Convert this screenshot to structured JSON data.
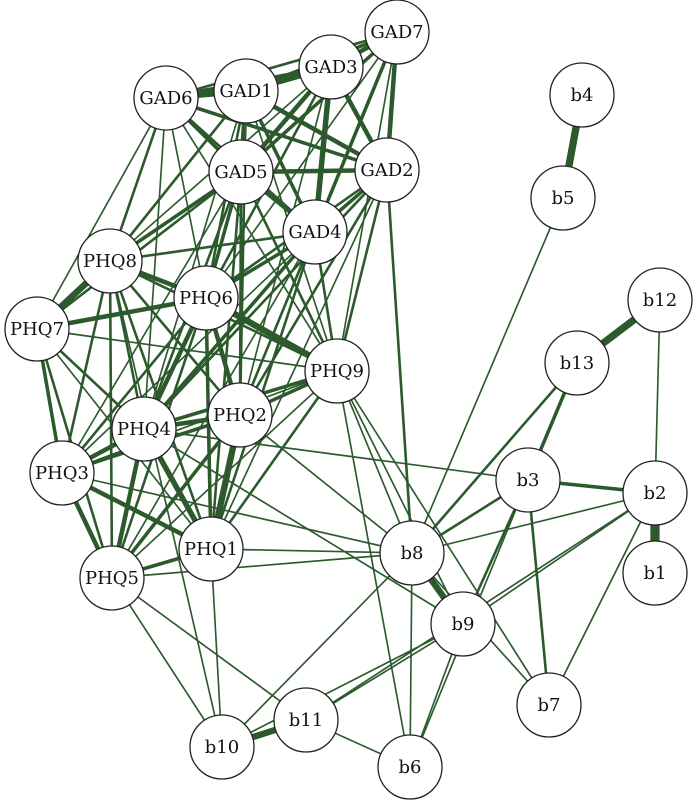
{
  "colors": {
    "edge": "#2d5a2d",
    "node_fill": "#ffffff",
    "node_stroke": "#222222",
    "label": "#111111"
  },
  "nodes": [
    {
      "id": "GAD7",
      "label": "GAD7"
    },
    {
      "id": "GAD3",
      "label": "GAD3"
    },
    {
      "id": "GAD1",
      "label": "GAD1"
    },
    {
      "id": "GAD6",
      "label": "GAD6"
    },
    {
      "id": "GAD5",
      "label": "GAD5"
    },
    {
      "id": "GAD2",
      "label": "GAD2"
    },
    {
      "id": "GAD4",
      "label": "GAD4"
    },
    {
      "id": "PHQ8",
      "label": "PHQ8"
    },
    {
      "id": "PHQ6",
      "label": "PHQ6"
    },
    {
      "id": "PHQ7",
      "label": "PHQ7"
    },
    {
      "id": "PHQ9",
      "label": "PHQ9"
    },
    {
      "id": "PHQ4",
      "label": "PHQ4"
    },
    {
      "id": "PHQ2",
      "label": "PHQ2"
    },
    {
      "id": "PHQ3",
      "label": "PHQ3"
    },
    {
      "id": "PHQ1",
      "label": "PHQ1"
    },
    {
      "id": "PHQ5",
      "label": "PHQ5"
    },
    {
      "id": "b4",
      "label": "b4"
    },
    {
      "id": "b5",
      "label": "b5"
    },
    {
      "id": "b12",
      "label": "b12"
    },
    {
      "id": "b13",
      "label": "b13"
    },
    {
      "id": "b3",
      "label": "b3"
    },
    {
      "id": "b2",
      "label": "b2"
    },
    {
      "id": "b1",
      "label": "b1"
    },
    {
      "id": "b8",
      "label": "b8"
    },
    {
      "id": "b9",
      "label": "b9"
    },
    {
      "id": "b7",
      "label": "b7"
    },
    {
      "id": "b11",
      "label": "b11"
    },
    {
      "id": "b10",
      "label": "b10"
    },
    {
      "id": "b6",
      "label": "b6"
    }
  ],
  "edges": [
    {
      "source": "GAD6",
      "target": "GAD1",
      "weight": 5
    },
    {
      "source": "GAD6",
      "target": "GAD3",
      "weight": 4
    },
    {
      "source": "GAD6",
      "target": "GAD7",
      "weight": 2
    },
    {
      "source": "GAD6",
      "target": "GAD5",
      "weight": 3
    },
    {
      "source": "GAD6",
      "target": "GAD2",
      "weight": 3
    },
    {
      "source": "GAD6",
      "target": "GAD4",
      "weight": 2
    },
    {
      "source": "GAD6",
      "target": "PHQ8",
      "weight": 2
    },
    {
      "source": "GAD6",
      "target": "PHQ6",
      "weight": 1
    },
    {
      "source": "GAD6",
      "target": "PHQ7",
      "weight": 1
    },
    {
      "source": "GAD6",
      "target": "PHQ4",
      "weight": 1
    },
    {
      "source": "GAD6",
      "target": "PHQ9",
      "weight": 1
    },
    {
      "source": "GAD1",
      "target": "GAD3",
      "weight": 5
    },
    {
      "source": "GAD1",
      "target": "GAD7",
      "weight": 3
    },
    {
      "source": "GAD1",
      "target": "GAD5",
      "weight": 4
    },
    {
      "source": "GAD1",
      "target": "GAD2",
      "weight": 4
    },
    {
      "source": "GAD1",
      "target": "GAD4",
      "weight": 3
    },
    {
      "source": "GAD1",
      "target": "PHQ8",
      "weight": 2
    },
    {
      "source": "GAD1",
      "target": "PHQ6",
      "weight": 2
    },
    {
      "source": "GAD1",
      "target": "PHQ2",
      "weight": 2
    },
    {
      "source": "GAD1",
      "target": "PHQ4",
      "weight": 1
    },
    {
      "source": "GAD1",
      "target": "PHQ9",
      "weight": 1
    },
    {
      "source": "GAD3",
      "target": "GAD7",
      "weight": 4
    },
    {
      "source": "GAD3",
      "target": "GAD5",
      "weight": 4
    },
    {
      "source": "GAD3",
      "target": "GAD2",
      "weight": 4
    },
    {
      "source": "GAD3",
      "target": "GAD4",
      "weight": 5
    },
    {
      "source": "GAD3",
      "target": "PHQ6",
      "weight": 2
    },
    {
      "source": "GAD3",
      "target": "PHQ8",
      "weight": 1
    },
    {
      "source": "GAD3",
      "target": "PHQ2",
      "weight": 1
    },
    {
      "source": "GAD7",
      "target": "GAD5",
      "weight": 3
    },
    {
      "source": "GAD7",
      "target": "GAD2",
      "weight": 4
    },
    {
      "source": "GAD7",
      "target": "GAD4",
      "weight": 3
    },
    {
      "source": "GAD7",
      "target": "PHQ6",
      "weight": 1
    },
    {
      "source": "GAD7",
      "target": "PHQ9",
      "weight": 1
    },
    {
      "source": "GAD5",
      "target": "GAD2",
      "weight": 4
    },
    {
      "source": "GAD5",
      "target": "GAD4",
      "weight": 4
    },
    {
      "source": "GAD5",
      "target": "PHQ8",
      "weight": 3
    },
    {
      "source": "GAD5",
      "target": "PHQ6",
      "weight": 3
    },
    {
      "source": "GAD5",
      "target": "PHQ7",
      "weight": 2
    },
    {
      "source": "GAD5",
      "target": "PHQ4",
      "weight": 2
    },
    {
      "source": "GAD5",
      "target": "PHQ2",
      "weight": 2
    },
    {
      "source": "GAD5",
      "target": "PHQ1",
      "weight": 2
    },
    {
      "source": "GAD5",
      "target": "PHQ9",
      "weight": 2
    },
    {
      "source": "GAD5",
      "target": "PHQ3",
      "weight": 1
    },
    {
      "source": "GAD2",
      "target": "GAD4",
      "weight": 3
    },
    {
      "source": "GAD2",
      "target": "PHQ6",
      "weight": 2
    },
    {
      "source": "GAD2",
      "target": "PHQ9",
      "weight": 2
    },
    {
      "source": "GAD2",
      "target": "PHQ2",
      "weight": 2
    },
    {
      "source": "GAD2",
      "target": "PHQ4",
      "weight": 2
    },
    {
      "source": "GAD2",
      "target": "PHQ1",
      "weight": 1
    },
    {
      "source": "GAD2",
      "target": "b8",
      "weight": 2
    },
    {
      "source": "GAD4",
      "target": "PHQ6",
      "weight": 3
    },
    {
      "source": "GAD4",
      "target": "PHQ8",
      "weight": 2
    },
    {
      "source": "GAD4",
      "target": "PHQ4",
      "weight": 3
    },
    {
      "source": "GAD4",
      "target": "PHQ2",
      "weight": 2
    },
    {
      "source": "GAD4",
      "target": "PHQ9",
      "weight": 2
    },
    {
      "source": "GAD4",
      "target": "PHQ1",
      "weight": 2
    },
    {
      "source": "GAD4",
      "target": "PHQ3",
      "weight": 1
    },
    {
      "source": "GAD4",
      "target": "PHQ5",
      "weight": 1
    },
    {
      "source": "PHQ8",
      "target": "PHQ7",
      "weight": 6
    },
    {
      "source": "PHQ8",
      "target": "PHQ6",
      "weight": 4
    },
    {
      "source": "PHQ8",
      "target": "PHQ9",
      "weight": 2
    },
    {
      "source": "PHQ8",
      "target": "PHQ4",
      "weight": 2
    },
    {
      "source": "PHQ8",
      "target": "PHQ2",
      "weight": 2
    },
    {
      "source": "PHQ8",
      "target": "PHQ3",
      "weight": 2
    },
    {
      "source": "PHQ8",
      "target": "PHQ1",
      "weight": 2
    },
    {
      "source": "PHQ8",
      "target": "PHQ5",
      "weight": 2
    },
    {
      "source": "PHQ7",
      "target": "PHQ6",
      "weight": 4
    },
    {
      "source": "PHQ7",
      "target": "PHQ3",
      "weight": 3
    },
    {
      "source": "PHQ7",
      "target": "PHQ4",
      "weight": 2
    },
    {
      "source": "PHQ7",
      "target": "PHQ5",
      "weight": 2
    },
    {
      "source": "PHQ7",
      "target": "PHQ9",
      "weight": 1
    },
    {
      "source": "PHQ7",
      "target": "PHQ1",
      "weight": 1
    },
    {
      "source": "PHQ6",
      "target": "PHQ9",
      "weight": 6
    },
    {
      "source": "PHQ6",
      "target": "PHQ4",
      "weight": 4
    },
    {
      "source": "PHQ6",
      "target": "PHQ2",
      "weight": 4
    },
    {
      "source": "PHQ6",
      "target": "PHQ1",
      "weight": 3
    },
    {
      "source": "PHQ6",
      "target": "PHQ3",
      "weight": 2
    },
    {
      "source": "PHQ6",
      "target": "PHQ5",
      "weight": 2
    },
    {
      "source": "PHQ9",
      "target": "PHQ4",
      "weight": 3
    },
    {
      "source": "PHQ9",
      "target": "PHQ2",
      "weight": 3
    },
    {
      "source": "PHQ9",
      "target": "PHQ1",
      "weight": 2
    },
    {
      "source": "PHQ9",
      "target": "PHQ3",
      "weight": 1
    },
    {
      "source": "PHQ9",
      "target": "PHQ5",
      "weight": 1
    },
    {
      "source": "PHQ9",
      "target": "b8",
      "weight": 1
    },
    {
      "source": "PHQ9",
      "target": "b9",
      "weight": 1
    },
    {
      "source": "PHQ9",
      "target": "b6",
      "weight": 1
    },
    {
      "source": "PHQ9",
      "target": "b7",
      "weight": 1
    },
    {
      "source": "PHQ4",
      "target": "PHQ2",
      "weight": 4
    },
    {
      "source": "PHQ4",
      "target": "PHQ3",
      "weight": 4
    },
    {
      "source": "PHQ4",
      "target": "PHQ1",
      "weight": 5
    },
    {
      "source": "PHQ4",
      "target": "PHQ5",
      "weight": 4
    },
    {
      "source": "PHQ4",
      "target": "b3",
      "weight": 1
    },
    {
      "source": "PHQ4",
      "target": "b9",
      "weight": 1
    },
    {
      "source": "PHQ2",
      "target": "PHQ1",
      "weight": 6
    },
    {
      "source": "PHQ2",
      "target": "PHQ3",
      "weight": 3
    },
    {
      "source": "PHQ2",
      "target": "PHQ5",
      "weight": 3
    },
    {
      "source": "PHQ2",
      "target": "b8",
      "weight": 1
    },
    {
      "source": "PHQ3",
      "target": "PHQ1",
      "weight": 4
    },
    {
      "source": "PHQ3",
      "target": "PHQ5",
      "weight": 4
    },
    {
      "source": "PHQ3",
      "target": "b8",
      "weight": 1
    },
    {
      "source": "PHQ1",
      "target": "PHQ5",
      "weight": 3
    },
    {
      "source": "PHQ1",
      "target": "b10",
      "weight": 1
    },
    {
      "source": "PHQ1",
      "target": "b8",
      "weight": 1
    },
    {
      "source": "PHQ5",
      "target": "b11",
      "weight": 1
    },
    {
      "source": "PHQ5",
      "target": "b10",
      "weight": 1
    },
    {
      "source": "PHQ5",
      "target": "b8",
      "weight": 1
    },
    {
      "source": "PHQ8",
      "target": "b10",
      "weight": 1
    },
    {
      "source": "b4",
      "target": "b5",
      "weight": 7
    },
    {
      "source": "b5",
      "target": "b8",
      "weight": 1
    },
    {
      "source": "b12",
      "target": "b13",
      "weight": 7
    },
    {
      "source": "b12",
      "target": "b2",
      "weight": 1
    },
    {
      "source": "b13",
      "target": "b3",
      "weight": 3
    },
    {
      "source": "b13",
      "target": "b8",
      "weight": 2
    },
    {
      "source": "b3",
      "target": "b2",
      "weight": 3
    },
    {
      "source": "b3",
      "target": "b8",
      "weight": 2
    },
    {
      "source": "b3",
      "target": "b9",
      "weight": 2
    },
    {
      "source": "b3",
      "target": "b7",
      "weight": 2
    },
    {
      "source": "b3",
      "target": "b6",
      "weight": 1
    },
    {
      "source": "b2",
      "target": "b1",
      "weight": 9
    },
    {
      "source": "b2",
      "target": "b8",
      "weight": 1
    },
    {
      "source": "b2",
      "target": "b9",
      "weight": 1
    },
    {
      "source": "b2",
      "target": "b7",
      "weight": 1
    },
    {
      "source": "b2",
      "target": "b11",
      "weight": 1
    },
    {
      "source": "b8",
      "target": "b9",
      "weight": 6
    },
    {
      "source": "b8",
      "target": "b6",
      "weight": 1
    },
    {
      "source": "b8",
      "target": "b10",
      "weight": 1
    },
    {
      "source": "b8",
      "target": "b7",
      "weight": 1
    },
    {
      "source": "b9",
      "target": "b11",
      "weight": 1
    },
    {
      "source": "b9",
      "target": "b10",
      "weight": 1
    },
    {
      "source": "b9",
      "target": "b6",
      "weight": 1
    },
    {
      "source": "b11",
      "target": "b10",
      "weight": 6
    },
    {
      "source": "b11",
      "target": "b6",
      "weight": 1
    }
  ]
}
